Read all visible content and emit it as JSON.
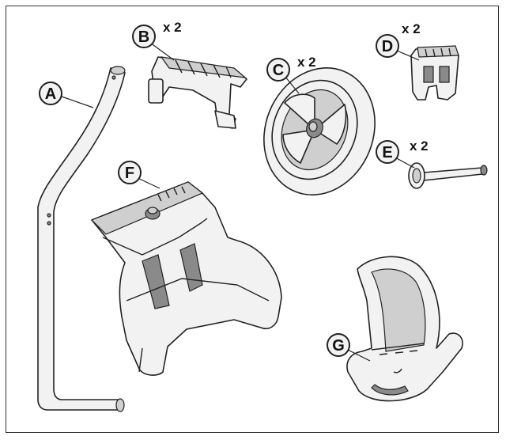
{
  "parts": {
    "A": {
      "letter": "A",
      "qty": ""
    },
    "B": {
      "letter": "B",
      "qty": "x 2"
    },
    "C": {
      "letter": "C",
      "qty": "x 2"
    },
    "D": {
      "letter": "D",
      "qty": "x 2"
    },
    "E": {
      "letter": "E",
      "qty": "x 2"
    },
    "F": {
      "letter": "F",
      "qty": ""
    },
    "G": {
      "letter": "G",
      "qty": ""
    }
  }
}
